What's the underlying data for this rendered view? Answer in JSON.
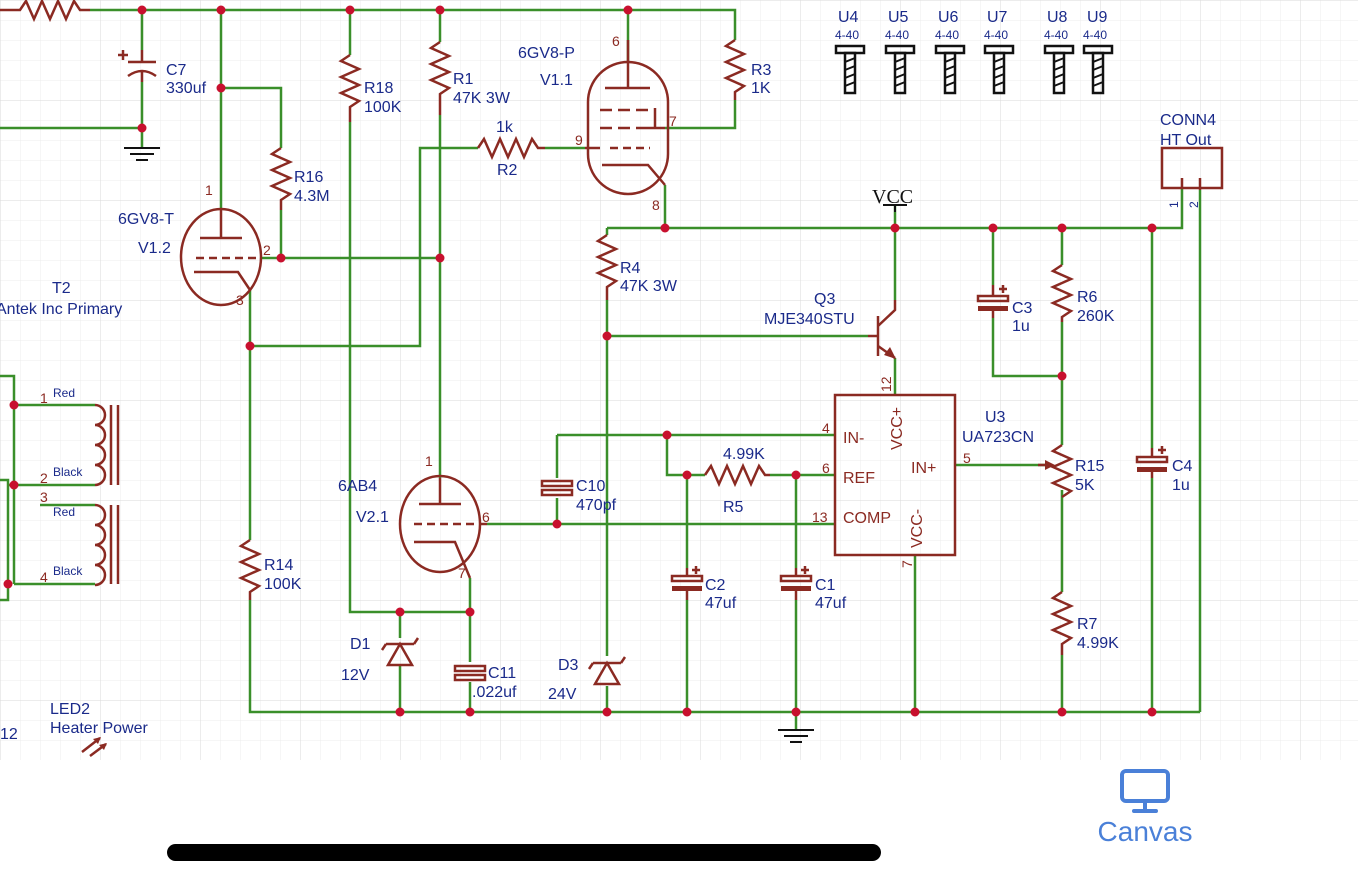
{
  "schematic": {
    "components": {
      "c7": {
        "ref": "C7",
        "value": "330uf"
      },
      "r18": {
        "ref": "R18",
        "value": "100K"
      },
      "r1": {
        "ref": "R1",
        "value": "47K 3W"
      },
      "r2": {
        "ref": "R2",
        "value": "1k"
      },
      "r3": {
        "ref": "R3",
        "value": "1K"
      },
      "r16": {
        "ref": "R16",
        "value": "4.3M"
      },
      "r4": {
        "ref": "R4",
        "value": "47K 3W"
      },
      "r14": {
        "ref": "R14",
        "value": "100K"
      },
      "r5": {
        "ref": "R5",
        "value": "4.99K"
      },
      "r6": {
        "ref": "R6",
        "value": "260K"
      },
      "r15": {
        "ref": "R15",
        "value": "5K"
      },
      "r7": {
        "ref": "R7",
        "value": "4.99K"
      },
      "c3": {
        "ref": "C3",
        "value": "1u"
      },
      "c4": {
        "ref": "C4",
        "value": "1u"
      },
      "c10": {
        "ref": "C10",
        "value": "470pf"
      },
      "c11": {
        "ref": "C11",
        "value": ".022uf"
      },
      "c2": {
        "ref": "C2",
        "value": "47uf"
      },
      "c1": {
        "ref": "C1",
        "value": "47uf"
      },
      "d1": {
        "ref": "D1",
        "value": "12V"
      },
      "d3": {
        "ref": "D3",
        "value": "24V"
      },
      "q3": {
        "ref": "Q3",
        "value": "MJE340STU"
      },
      "u3": {
        "ref": "U3",
        "value": "UA723CN"
      },
      "v11": {
        "ref": "V1.1",
        "value": "6GV8-P"
      },
      "v12": {
        "ref": "V1.2",
        "value": "6GV8-T"
      },
      "v21": {
        "ref": "V2.1",
        "value": "6AB4"
      },
      "t2": {
        "ref": "T2",
        "value": "Antek Inc Primary"
      },
      "conn4": {
        "ref": "CONN4",
        "value": "HT Out"
      },
      "led2": {
        "ref": "LED2",
        "value": "Heater Power"
      },
      "partial": "12"
    },
    "standoffs": [
      {
        "ref": "U4",
        "value": "4-40"
      },
      {
        "ref": "U5",
        "value": "4-40"
      },
      {
        "ref": "U6",
        "value": "4-40"
      },
      {
        "ref": "U7",
        "value": "4-40"
      },
      {
        "ref": "U8",
        "value": "4-40"
      },
      {
        "ref": "U9",
        "value": "4-40"
      }
    ],
    "vcc_label": "VCC",
    "ic_pins": {
      "in_minus": "IN-",
      "ref": "REF",
      "comp": "COMP",
      "in_plus": "IN+",
      "vcc_plus": "VCC+",
      "vcc_minus": "VCC-"
    },
    "pin_numbers": {
      "v11_top": "6",
      "v11_right": "7",
      "v11_left": "9",
      "v11_bottom": "8",
      "v12_top": "1",
      "v12_right": "2",
      "v12_bottom": "3",
      "v21_top": "1",
      "v21_right": "6",
      "v21_bottom": "7",
      "u3_in_minus": "4",
      "u3_ref": "6",
      "u3_comp": "13",
      "u3_in_plus": "5",
      "u3_vcc_plus": "12",
      "u3_vcc_minus": "7",
      "conn_1": "1",
      "conn_2": "2",
      "t2_1": "1",
      "t2_2": "2",
      "t2_3": "3",
      "t2_4": "4"
    },
    "wire_colors": {
      "t2_1": "Red",
      "t2_2": "Black",
      "t2_3": "Red",
      "t2_4": "Black"
    },
    "colors": {
      "wire": "#3a8f2a",
      "part": "#8b2a22",
      "label": "#1a2a8a",
      "junction": "#c8102e",
      "grid": "#e4e4e4"
    }
  },
  "bottom_bar": {
    "tab_label": "Canvas",
    "tab_icon": "monitor-icon"
  }
}
